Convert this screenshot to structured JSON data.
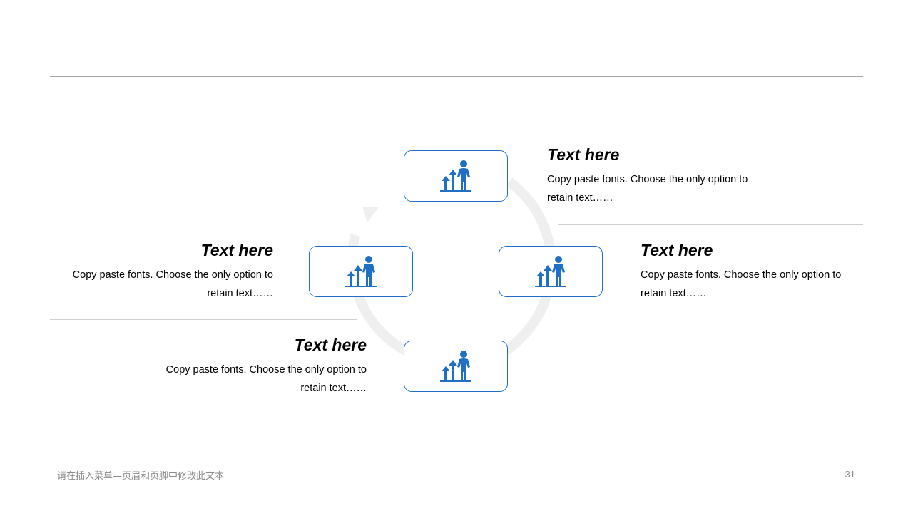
{
  "colors": {
    "accent": "#1f6fc5",
    "cycle": "#efefef",
    "rule": "#bfbfbf",
    "footer_text": "#8c8c8c"
  },
  "nodes": [
    {
      "id": "top",
      "icon": "growth-person-icon"
    },
    {
      "id": "right",
      "icon": "growth-person-icon"
    },
    {
      "id": "bottom",
      "icon": "growth-person-icon"
    },
    {
      "id": "left",
      "icon": "growth-person-icon"
    }
  ],
  "blocks": {
    "top": {
      "title": "Text here",
      "desc_line1": "Copy paste fonts. Choose the only option to",
      "desc_line2": "retain text……"
    },
    "right": {
      "title": "Text here",
      "desc_line1": "Copy paste fonts. Choose the only option to",
      "desc_line2": "retain text……"
    },
    "left": {
      "title": "Text here",
      "desc_line1": "Copy paste fonts. Choose the only option to",
      "desc_line2": "retain text……"
    },
    "bottom": {
      "title": "Text here",
      "desc_line1": "Copy paste fonts. Choose the only option to",
      "desc_line2": "retain text……"
    }
  },
  "footer": {
    "text": "请在插入菜单—页眉和页脚中修改此文本",
    "page_number": "31"
  }
}
